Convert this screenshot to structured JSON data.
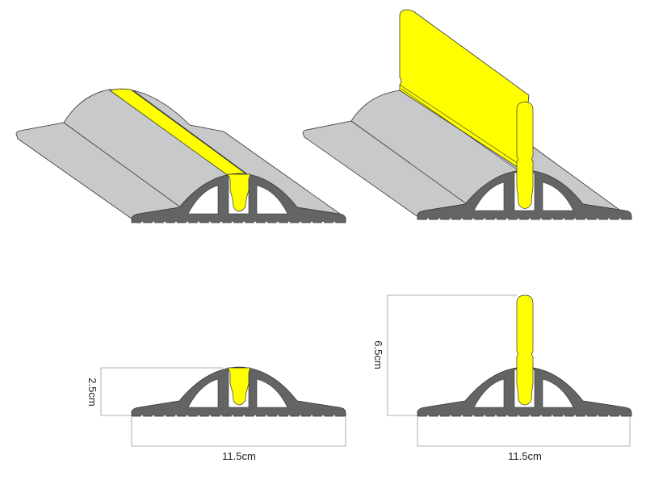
{
  "colors": {
    "profile": "#636466",
    "surface": "#c8c9cb",
    "insert": "#ffff00",
    "outline": "#1a1a1a",
    "dimension": "#999999"
  },
  "views": {
    "flat_insert_perspective": {},
    "tall_insert_perspective": {},
    "flat_insert_section": {
      "height_label": "2.5cm",
      "width_label": "11.5cm"
    },
    "tall_insert_section": {
      "height_label": "6.5cm",
      "width_label": "11.5cm"
    }
  }
}
